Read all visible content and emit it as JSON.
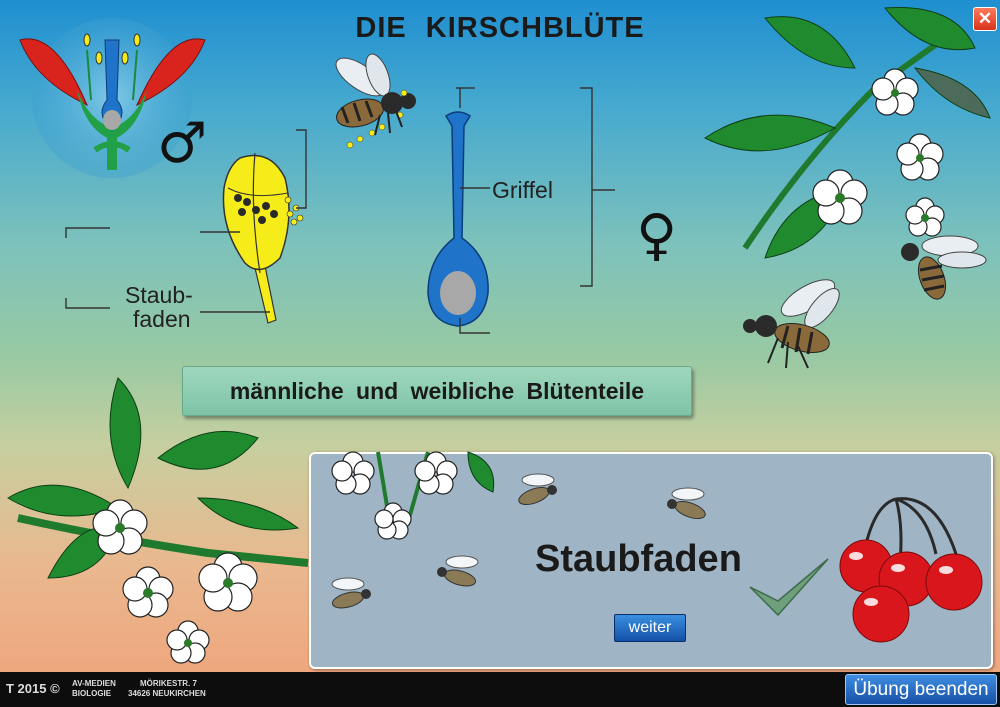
{
  "title": "DIE KIRSCHBLÜTE",
  "close_symbol": "✕",
  "male_symbol": "♂",
  "female_symbol": "♀",
  "labels": {
    "griffel": "Griffel",
    "staubfaden_line1": "Staub-",
    "staubfaden_line2": "faden"
  },
  "banner": "männliche und weibliche Blütenteile",
  "answer_panel": {
    "answer": "Staubfaden",
    "next_button": "weiter",
    "checkmark": "checkmark-icon"
  },
  "footer": {
    "copyright": "T 2015 ©",
    "publisher_line1": "AV-MEDIEN",
    "publisher_line2": "BIOLOGIE",
    "address_line1": "MÖRIKESTR. 7",
    "address_line2": "34626  NEUKIRCHEN",
    "end_button": "Übung beenden"
  },
  "colors": {
    "petal_red": "#d8241c",
    "stamen_yellow": "#f6ec1a",
    "pistil_blue": "#1f73c8",
    "leaf_green": "#1f8a2e",
    "cherry_red": "#d9161c",
    "panel_blue_gray": "#9fb4c4",
    "button_blue": "#1f62bf"
  }
}
